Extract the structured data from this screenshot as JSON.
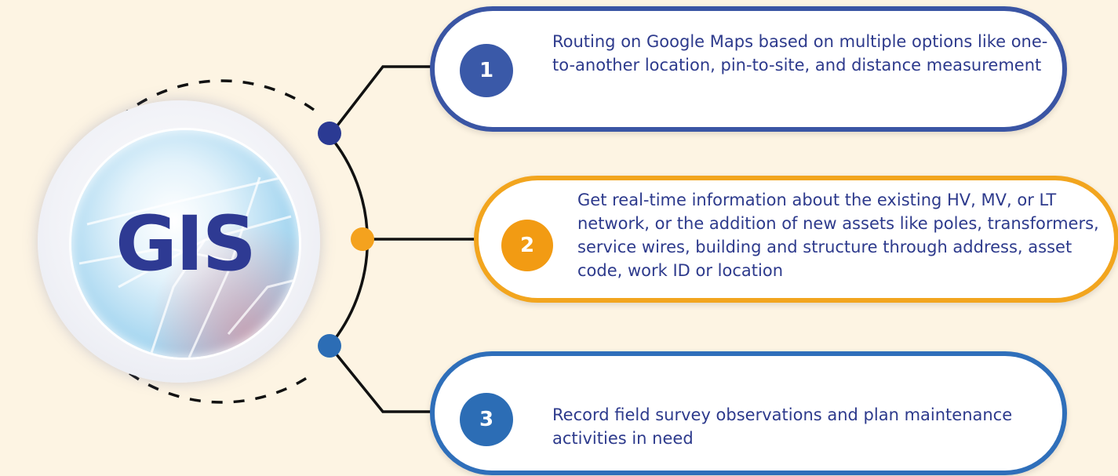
{
  "hub": {
    "title": "GIS"
  },
  "items": [
    {
      "number": "1",
      "text": "Routing on Google Maps based on multiple options like one-to-another location, pin-to-site, and distance measurement",
      "color": "#3a55a4"
    },
    {
      "number": "2",
      "text": "Get real-time information about the existing HV, MV, or LT network, or the addition of new assets like poles, transformers, service wires, building and structure through address, asset code, work ID or location",
      "color": "#f2a51e"
    },
    {
      "number": "3",
      "text": "Record field survey observations and plan maintenance activities in need",
      "color": "#2f6fba"
    }
  ]
}
